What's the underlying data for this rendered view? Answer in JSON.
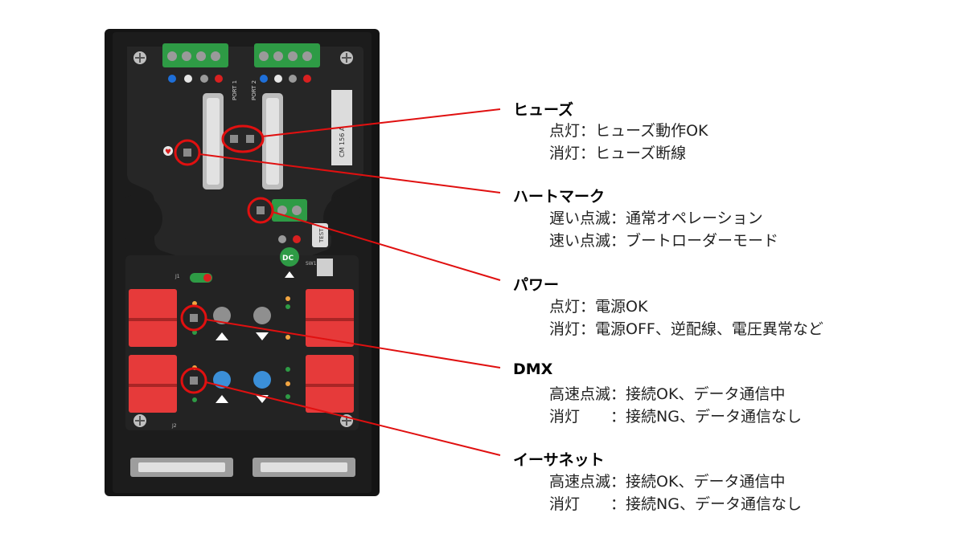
{
  "colors": {
    "callout": "#e01010",
    "housing": "#151515",
    "board": "#262626",
    "terminal_green": "#2e9b45",
    "connector_red": "#e63a3a",
    "text": "#222222"
  },
  "board_text": {
    "port1": "PORT 1",
    "port2": "PORT 2",
    "model": "CM 156 A",
    "test": "TEST",
    "dc": "DC",
    "j1": "J1",
    "j2": "J2",
    "sw1": "SW1"
  },
  "legend": [
    {
      "title": "ヒューズ",
      "lines": [
        {
          "label": "点灯",
          "sep": "：",
          "desc": "ヒューズ動作OK"
        },
        {
          "label": "消灯",
          "sep": "：",
          "desc": "ヒューズ断線"
        }
      ]
    },
    {
      "title": "ハートマーク",
      "lines": [
        {
          "label": "遅い点滅",
          "sep": "：",
          "desc": "通常オペレーション"
        },
        {
          "label": "速い点滅",
          "sep": "：",
          "desc": "ブートローダーモード"
        }
      ]
    },
    {
      "title": "パワー",
      "lines": [
        {
          "label": "点灯",
          "sep": "：",
          "desc": "電源OK"
        },
        {
          "label": "消灯",
          "sep": "：",
          "desc": "電源OFF、逆配線、電圧異常など"
        }
      ]
    },
    {
      "title": "DMX",
      "lines": [
        {
          "label": "高速点滅",
          "sep": "：",
          "desc": "接続OK、データ通信中"
        },
        {
          "label": "消灯",
          "sep": "：",
          "desc": "接続NG、データ通信なし"
        }
      ]
    },
    {
      "title": "イーサネット",
      "lines": [
        {
          "label": "高速点滅",
          "sep": "：",
          "desc": "接続OK、データ通信中"
        },
        {
          "label": "消灯",
          "sep": "：",
          "desc": "接続NG、データ通信なし"
        }
      ]
    }
  ]
}
